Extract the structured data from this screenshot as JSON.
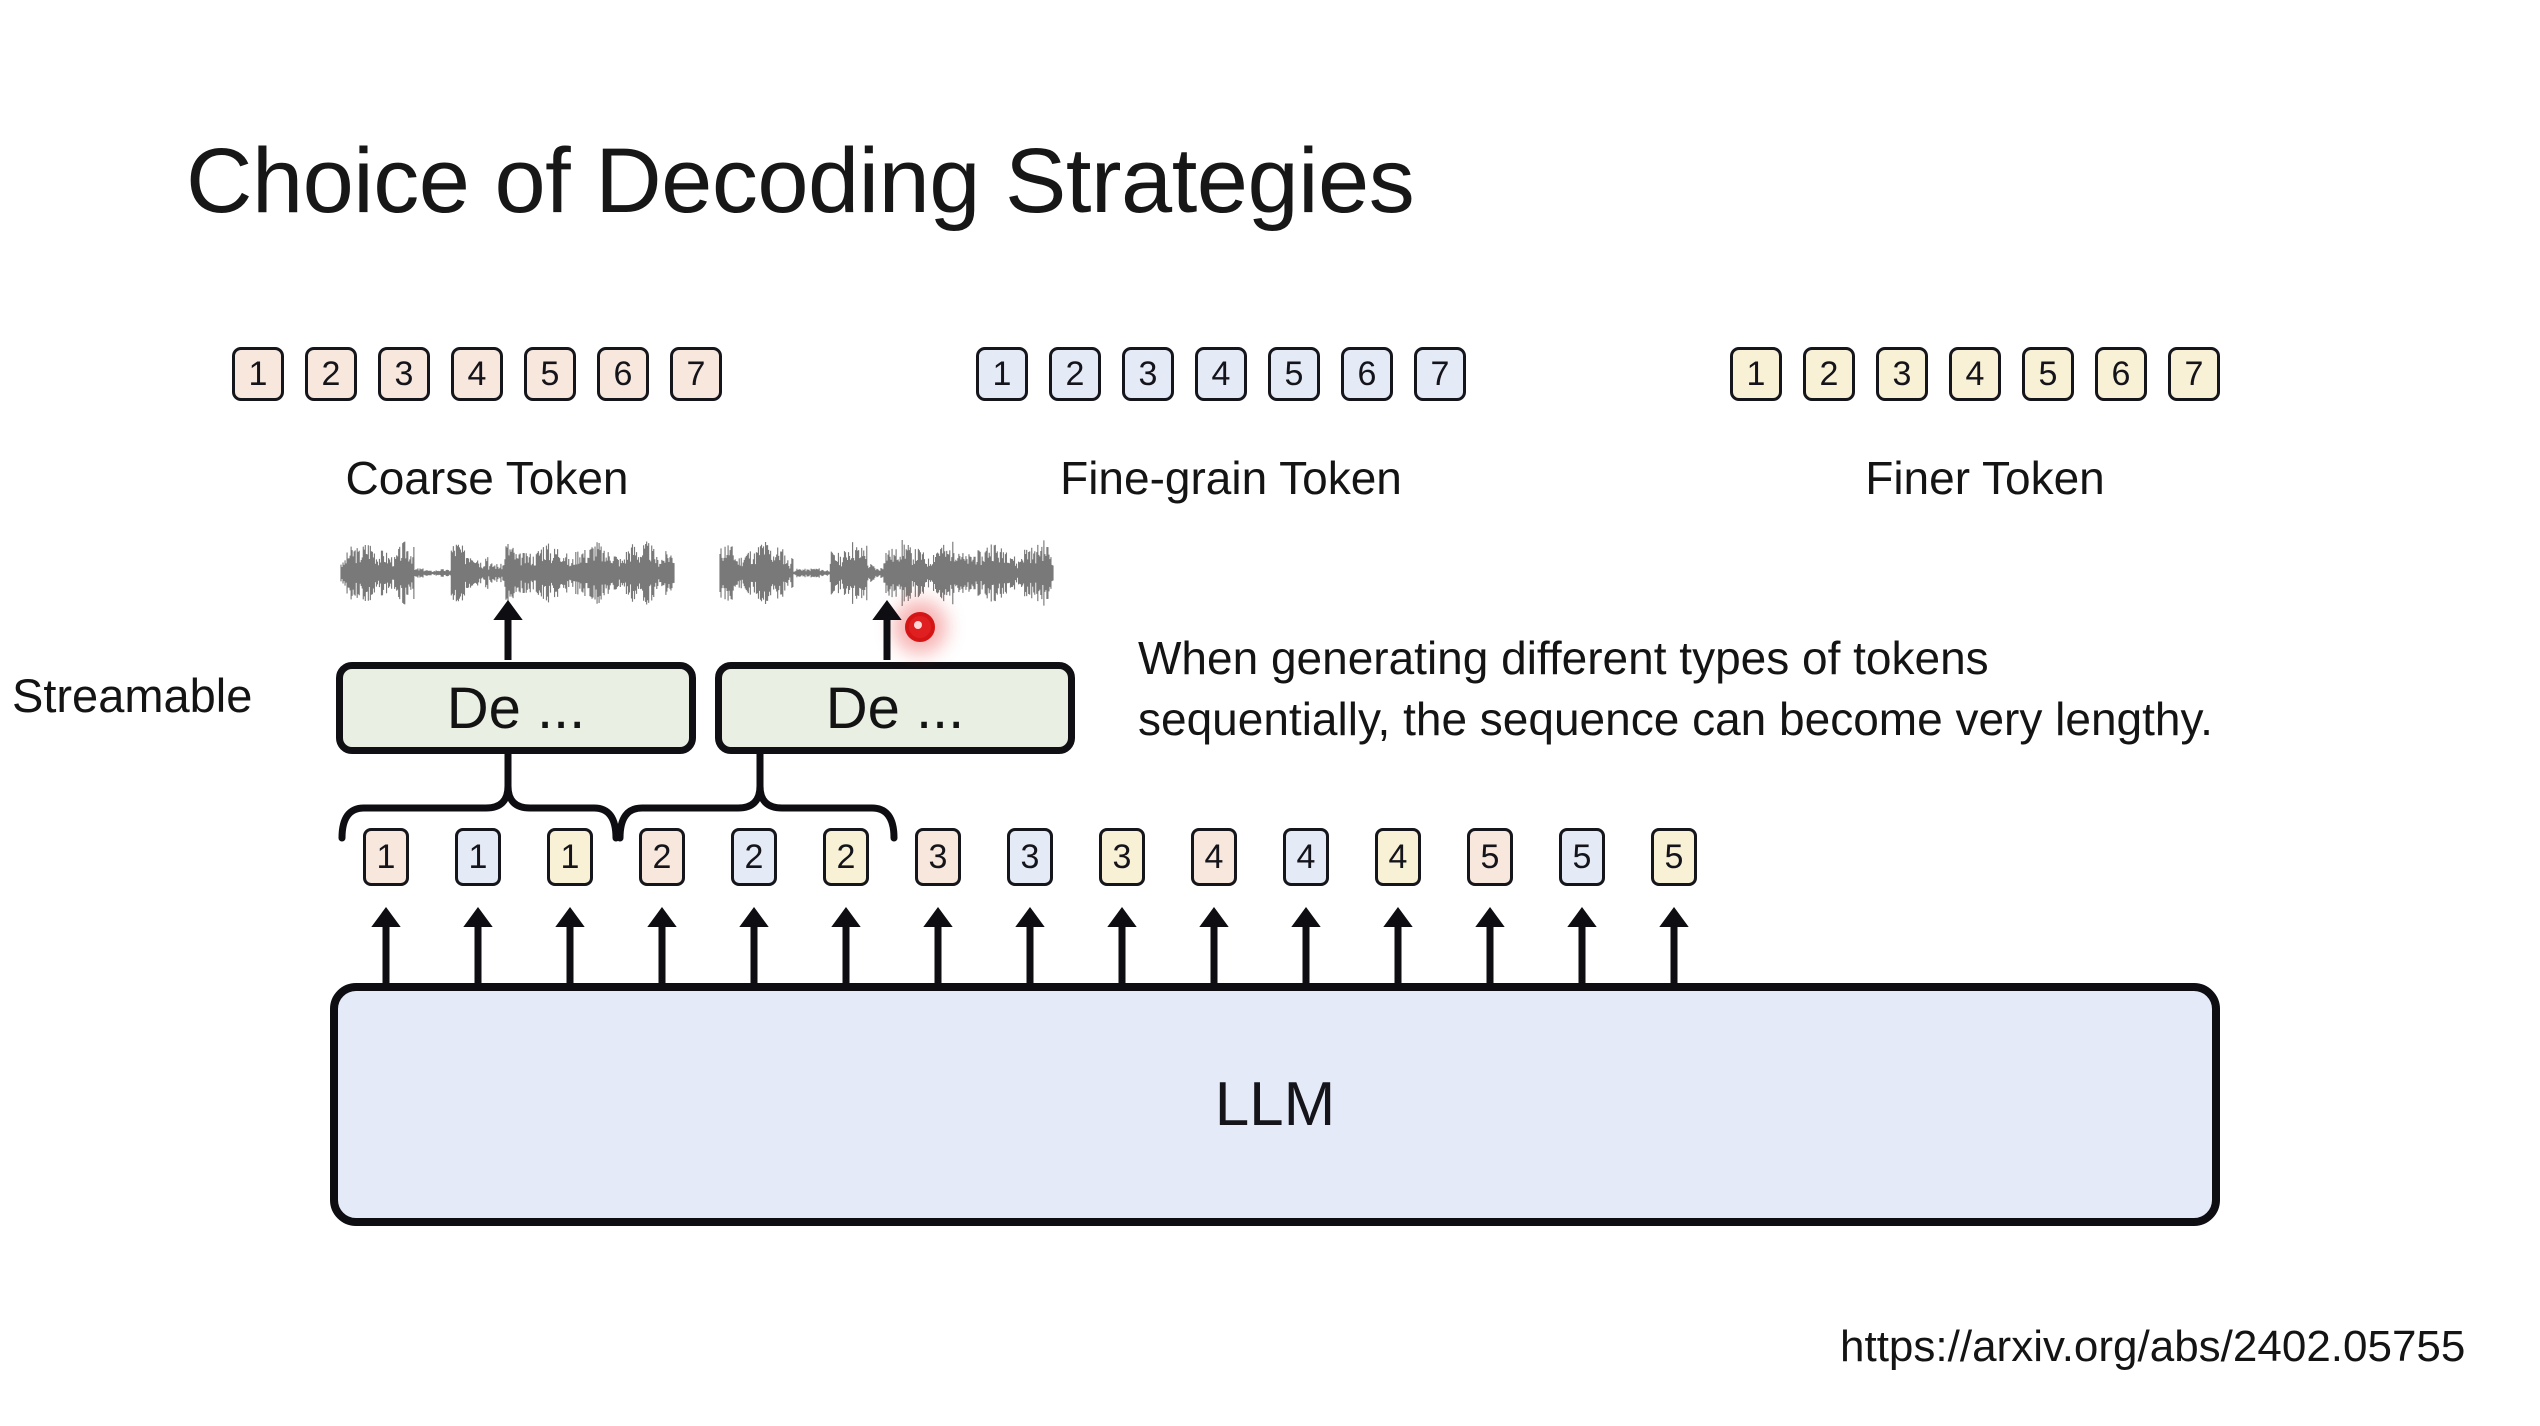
{
  "slide": {
    "title": "Choice of Decoding Strategies",
    "footer_url": "https://arxiv.org/abs/2402.05755"
  },
  "token_groups": [
    {
      "name": "coarse",
      "label": "Coarse Token",
      "color": "#f7e7dd",
      "tokens": [
        "1",
        "2",
        "3",
        "4",
        "5",
        "6",
        "7"
      ]
    },
    {
      "name": "fine-grain",
      "label": "Fine-grain Token",
      "color": "#e5eaf7",
      "tokens": [
        "1",
        "2",
        "3",
        "4",
        "5",
        "6",
        "7"
      ]
    },
    {
      "name": "finer",
      "label": "Finer Token",
      "color": "#f8f1d6",
      "tokens": [
        "1",
        "2",
        "3",
        "4",
        "5",
        "6",
        "7"
      ]
    }
  ],
  "streamable": {
    "label": "Streamable"
  },
  "decoders": [
    {
      "label": "De ...",
      "color": "#e9efe3"
    },
    {
      "label": "De ...",
      "color": "#e9efe3"
    }
  ],
  "side_note": {
    "line1": "When generating different types of tokens",
    "line2": "sequentially, the sequence can become very lengthy."
  },
  "sequence": {
    "tokens": [
      {
        "value": "1",
        "type": "coarse"
      },
      {
        "value": "1",
        "type": "fine-grain"
      },
      {
        "value": "1",
        "type": "finer"
      },
      {
        "value": "2",
        "type": "coarse"
      },
      {
        "value": "2",
        "type": "fine-grain"
      },
      {
        "value": "2",
        "type": "finer"
      },
      {
        "value": "3",
        "type": "coarse"
      },
      {
        "value": "3",
        "type": "fine-grain"
      },
      {
        "value": "3",
        "type": "finer"
      },
      {
        "value": "4",
        "type": "coarse"
      },
      {
        "value": "4",
        "type": "fine-grain"
      },
      {
        "value": "4",
        "type": "finer"
      },
      {
        "value": "5",
        "type": "coarse"
      },
      {
        "value": "5",
        "type": "fine-grain"
      },
      {
        "value": "5",
        "type": "finer"
      }
    ],
    "group_size": 3,
    "braces": 2
  },
  "model": {
    "label": "LLM",
    "color": "#e4eaf8"
  },
  "cursor": {
    "color": "#e02020"
  },
  "waveform": {
    "color": "#666666",
    "count": 2
  }
}
